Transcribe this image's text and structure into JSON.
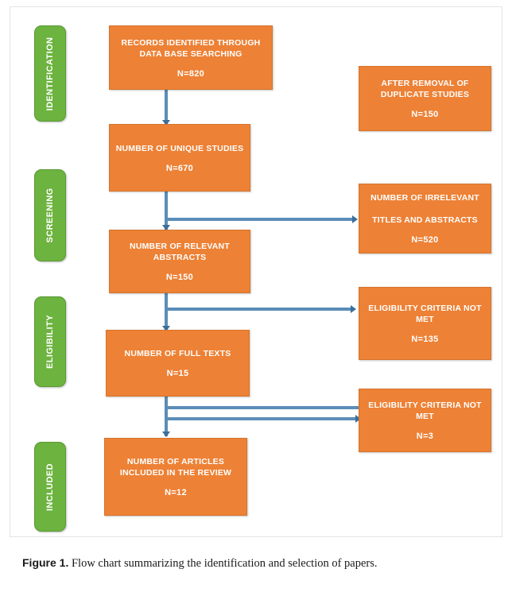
{
  "figure": {
    "caption_lead": "Figure 1.",
    "caption_text": " Flow chart summarizing the identification and selection of papers.",
    "colors": {
      "box_fill": "#ed8135",
      "stage_fill": "#6cb33f",
      "connector": "#5b8db8",
      "text_on_box": "#ffffff",
      "page_background": "#ffffff"
    }
  },
  "chart_data": {
    "type": "diagram",
    "title": "Flow chart summarizing the identification and selection of papers.",
    "stages": [
      {
        "label": "IDENTIFICATION"
      },
      {
        "label": "SCREENING"
      },
      {
        "label": "ELIGIBILITY"
      },
      {
        "label": "INCLUDED"
      }
    ],
    "main_nodes": [
      {
        "id": "records",
        "title": "RECORDS IDENTIFIED THROUGH DATA BASE SEARCHING",
        "count_label": "N=820",
        "count": 820
      },
      {
        "id": "unique",
        "title": "NUMBER OF UNIQUE STUDIES",
        "count_label": "N=670",
        "count": 670
      },
      {
        "id": "relevant",
        "title": "NUMBER OF RELEVANT ABSTRACTS",
        "count_label": "N=150",
        "count": 150
      },
      {
        "id": "fulltexts",
        "title": "NUMBER OF FULL TEXTS",
        "count_label": "N=15",
        "count": 15
      },
      {
        "id": "included",
        "title": "NUMBER OF ARTICLES INCLUDED IN THE REVIEW",
        "count_label": "N=12",
        "count": 12
      }
    ],
    "excluded_nodes": [
      {
        "id": "duplicates",
        "title": "AFTER REMOVAL OF DUPLICATE STUDIES",
        "count_label": "N=150",
        "count": 150
      },
      {
        "id": "irrelevant",
        "title": "NUMBER OF IRRELEVANT TITLES AND ABSTRACTS",
        "count_label": "N=520",
        "count": 520
      },
      {
        "id": "elig1",
        "title": "ELIGIBILITY CRITERIA NOT MET",
        "count_label": "N=135",
        "count": 135
      },
      {
        "id": "elig2",
        "title": "ELIGIBILITY CRITERIA NOT MET",
        "count_label": "N=3",
        "count": 3
      }
    ],
    "edges": [
      {
        "from": "records",
        "to": "unique"
      },
      {
        "from": "unique",
        "to": "relevant"
      },
      {
        "from": "relevant",
        "to": "irrelevant"
      },
      {
        "from": "relevant",
        "to": "fulltexts"
      },
      {
        "from": "fulltexts",
        "to": "elig1"
      },
      {
        "from": "fulltexts",
        "to": "elig2"
      },
      {
        "from": "fulltexts",
        "to": "included"
      }
    ]
  },
  "boxes": {
    "records": {
      "line1": "RECORDS IDENTIFIED THROUGH",
      "line2": "DATA BASE SEARCHING",
      "n": "N=820"
    },
    "unique": {
      "line1": "NUMBER OF UNIQUE STUDIES",
      "n": "N=670"
    },
    "relevant": {
      "line1": "NUMBER OF RELEVANT",
      "line2": "ABSTRACTS",
      "n": "N=150"
    },
    "fulltexts": {
      "line1": "NUMBER OF FULL TEXTS",
      "n": "N=15"
    },
    "included": {
      "line1": "NUMBER OF ARTICLES",
      "line2": "INCLUDED IN THE REVIEW",
      "n": "N=12"
    },
    "duplicates": {
      "line1": "AFTER REMOVAL OF",
      "line2": "DUPLICATE STUDIES",
      "n": "N=150"
    },
    "irrelevant": {
      "line1": "NUMBER OF IRRELEVANT",
      "line2": "TITLES AND ABSTRACTS",
      "n": "N=520"
    },
    "elig1": {
      "line1": "ELIGIBILITY CRITERIA NOT",
      "line2": "MET",
      "n": "N=135"
    },
    "elig2": {
      "line1": "ELIGIBILITY CRITERIA NOT",
      "line2": "MET",
      "n": "N=3"
    }
  },
  "stages": {
    "identification": "IDENTIFICATION",
    "screening": "SCREENING",
    "eligibility": "ELIGIBILITY",
    "included": "INCLUDED"
  }
}
